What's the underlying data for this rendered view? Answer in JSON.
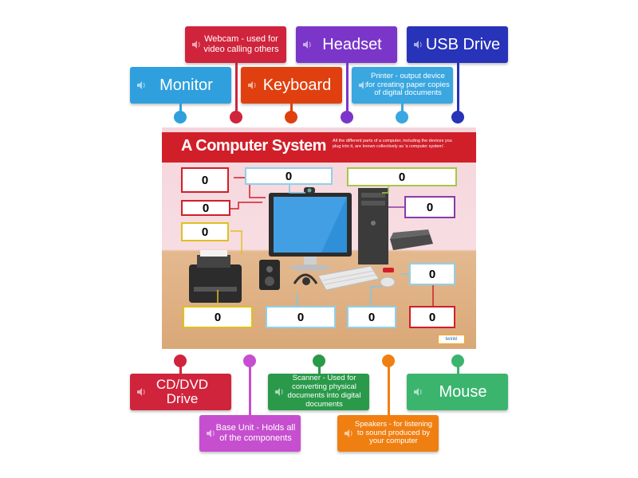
{
  "poster": {
    "title": "A Computer System",
    "subtitle": "All the different parts of a computer, including the devices you plug into it, are known collectively as 'a computer system'.",
    "watermark": "twinkl",
    "slot_mark": "0"
  },
  "top_labels": [
    {
      "id": "webcam",
      "text": "Webcam - used for video calling others",
      "color": "#d0243c"
    },
    {
      "id": "headset",
      "text": "Headset",
      "color": "#7b36c9"
    },
    {
      "id": "usb",
      "text": "USB Drive",
      "color": "#2733b8"
    },
    {
      "id": "monitor",
      "text": "Monitor",
      "color": "#2fa0dd"
    },
    {
      "id": "keyboard",
      "text": "Keyboard",
      "color": "#e0400f"
    },
    {
      "id": "printer",
      "text": "Printer - output device for creating paper copies of digital documents",
      "color": "#3aa7e0"
    }
  ],
  "bottom_labels": [
    {
      "id": "cddvd",
      "text": "CD/DVD Drive",
      "color": "#d0243c"
    },
    {
      "id": "scanner",
      "text": "Scanner - Used for converting physical documents into digital documents",
      "color": "#2a9a4a"
    },
    {
      "id": "mouse",
      "text": "Mouse",
      "color": "#3bb56e"
    },
    {
      "id": "baseunit",
      "text": "Base Unit - Holds all of the components",
      "color": "#c64fcf"
    },
    {
      "id": "speakers",
      "text": "Speakers - for listening to sound produced by your computer",
      "color": "#f07f12"
    }
  ]
}
